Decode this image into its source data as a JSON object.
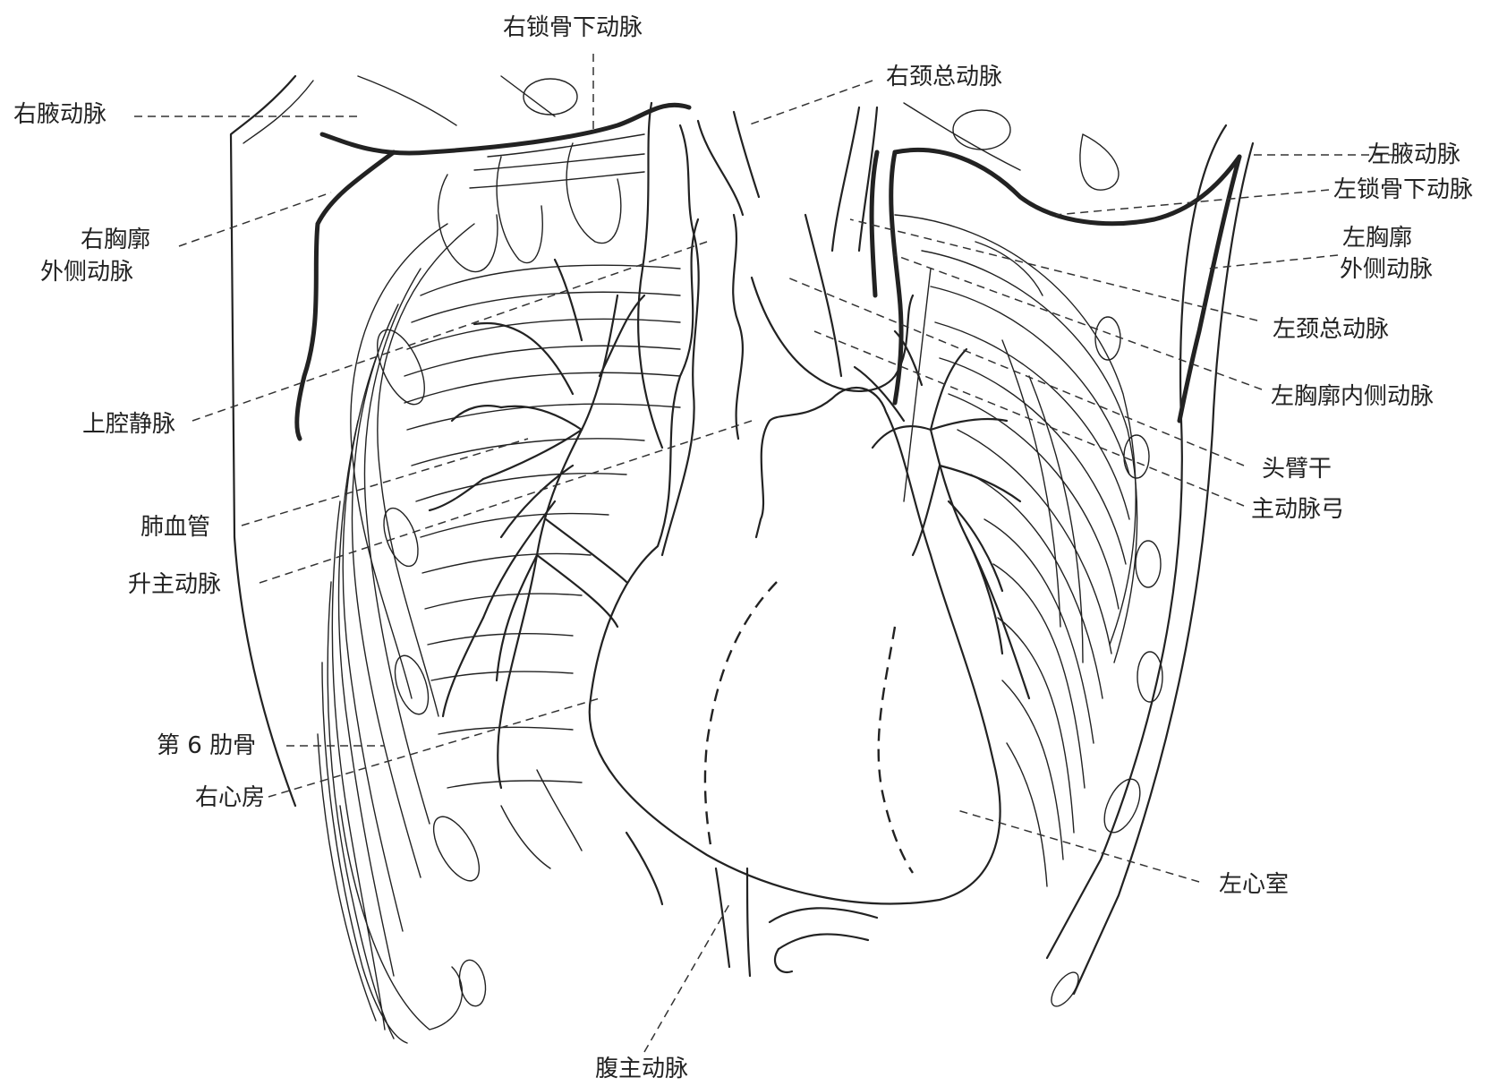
{
  "labels": {
    "right_subclavian_artery": "右锁骨下动脉",
    "right_axillary_artery": "右腋动脉",
    "right_common_carotid_artery": "右颈总动脉",
    "left_axillary_artery": "左腋动脉",
    "left_subclavian_artery": "左锁骨下动脉",
    "right_lateral_thoracic_artery_line1": "右胸廓",
    "right_lateral_thoracic_artery_line2": "外侧动脉",
    "left_lateral_thoracic_artery_line1": "左胸廓",
    "left_lateral_thoracic_artery_line2": "外侧动脉",
    "left_common_carotid_artery": "左颈总动脉",
    "left_internal_thoracic_artery": "左胸廓内侧动脉",
    "superior_vena_cava": "上腔静脉",
    "brachiocephalic_trunk": "头臂干",
    "aortic_arch": "主动脉弓",
    "pulmonary_vessels": "肺血管",
    "ascending_aorta": "升主动脉",
    "sixth_rib": "第 6 肋骨",
    "right_atrium": "右心房",
    "left_ventricle": "左心室",
    "abdominal_aorta": "腹主动脉"
  },
  "colors": {
    "line": "#222222",
    "background": "#ffffff"
  }
}
